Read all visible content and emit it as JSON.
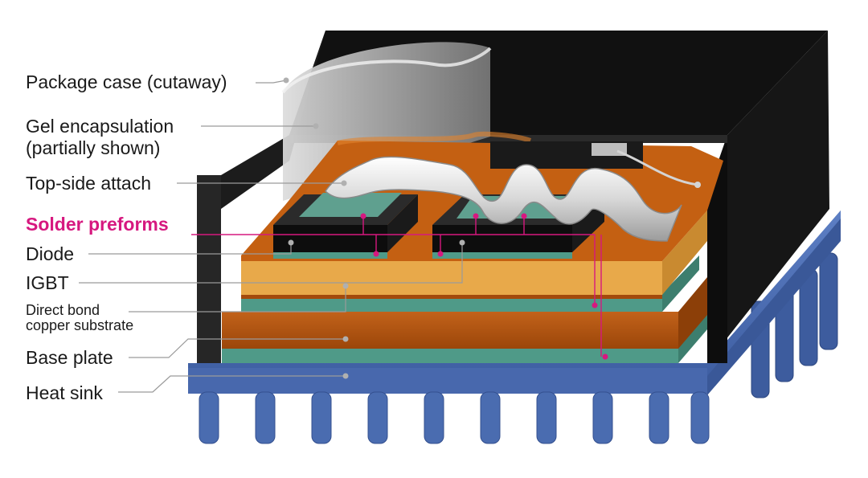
{
  "labels": {
    "package_case": "Package case (cutaway)",
    "gel_line1": "Gel encapsulation",
    "gel_line2": "(partially shown)",
    "top_side_attach": "Top-side attach",
    "solder_preforms": "Solder preforms",
    "diode": "Diode",
    "igbt": "IGBT",
    "dbc_line1": "Direct bond",
    "dbc_line2": "copper substrate",
    "base_plate": "Base plate",
    "heat_sink": "Heat sink"
  },
  "colors": {
    "accent": "#d6187f",
    "leader": "#9a9a9a",
    "case": "#151515",
    "copper": "#b5520d",
    "substrate": "#e8a94a",
    "teal": "#4f9a88",
    "heatsink": "#4a6cb0"
  }
}
